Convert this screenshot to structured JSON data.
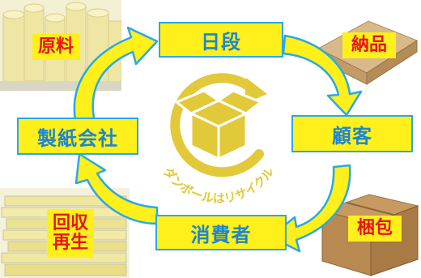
{
  "nodes": {
    "top": "日段",
    "right": "顧客",
    "bottom": "消費者",
    "left": "製紙会社"
  },
  "photos": {
    "raw": "原料",
    "delivery": "納品",
    "packing": "梱包",
    "recycle_line1": "回収",
    "recycle_line2": "再生"
  },
  "center": {
    "caption": "ダンボールはリサイクル"
  },
  "colors": {
    "box_fill": "#ffef1a",
    "box_border": "#2aa8e6",
    "box_text": "#1d86cf",
    "arrow_fill": "#ffef1a",
    "arrow_stroke": "#2aa8e6",
    "tag_text": "#e8141b",
    "logo": "#e2c93a"
  }
}
